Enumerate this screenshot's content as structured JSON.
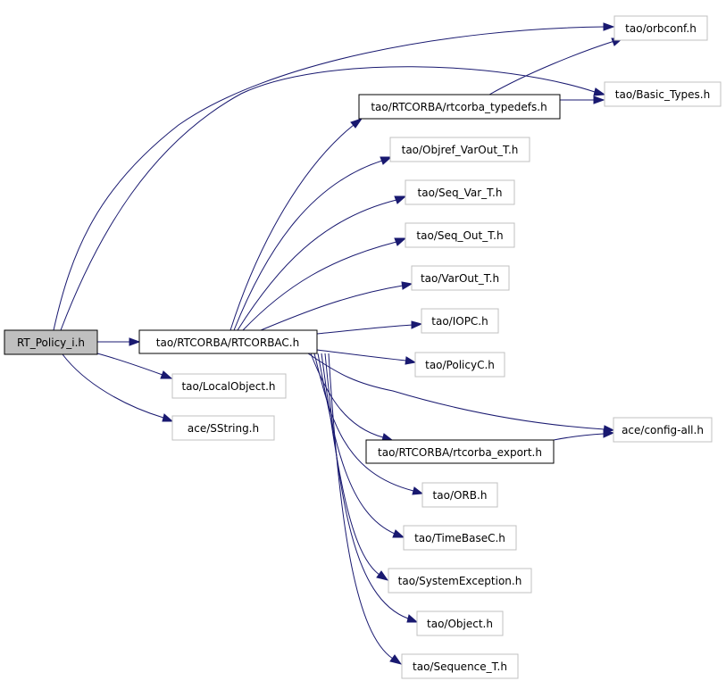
{
  "colors": {
    "edge": "#191970",
    "root_fill": "#bfbfbf",
    "box_border": "#c0c0c0",
    "linked_border": "#000000",
    "background": "#ffffff"
  },
  "nodes": {
    "rt_policy_i": "RT_Policy_i.h",
    "rtcorbac": "tao/RTCORBA/RTCORBAC.h",
    "local_object": "tao/LocalObject.h",
    "sstring": "ace/SString.h",
    "orbconf": "tao/orbconf.h",
    "basic_types": "tao/Basic_Types.h",
    "rtcorba_typedefs": "tao/RTCORBA/rtcorba_typedefs.h",
    "objref_varout": "tao/Objref_VarOut_T.h",
    "seq_var": "tao/Seq_Var_T.h",
    "seq_out": "tao/Seq_Out_T.h",
    "varout": "tao/VarOut_T.h",
    "iopc": "tao/IOPC.h",
    "policyc": "tao/PolicyC.h",
    "config_all": "ace/config-all.h",
    "rtcorba_export": "tao/RTCORBA/rtcorba_export.h",
    "orb": "tao/ORB.h",
    "timebasec": "tao/TimeBaseC.h",
    "system_exception": "tao/SystemException.h",
    "object": "tao/Object.h",
    "sequence_t": "tao/Sequence_T.h"
  }
}
